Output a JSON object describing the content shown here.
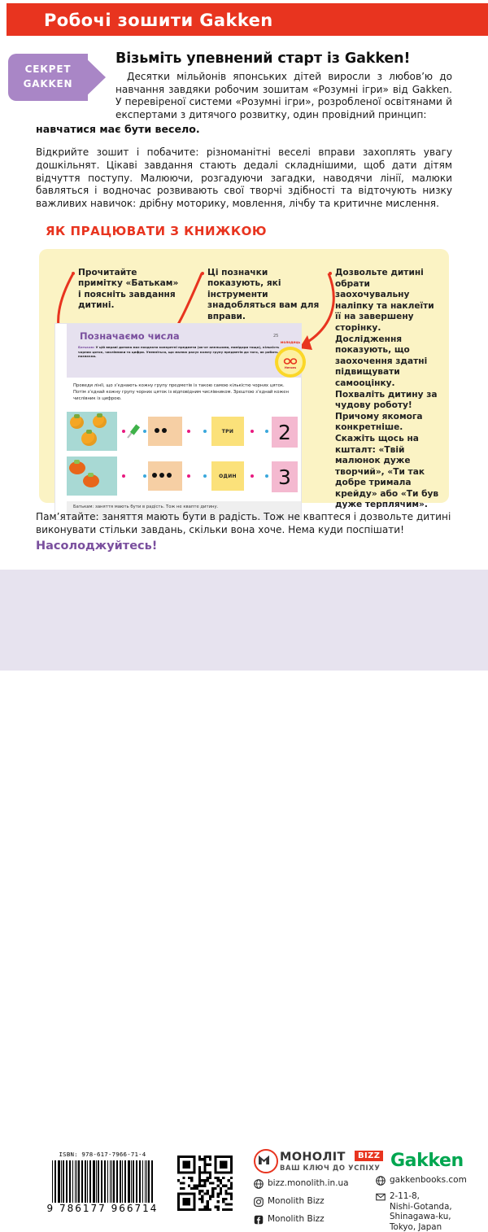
{
  "banner": {
    "title": "Робочі зошити Gakken",
    "color": "#e8341f"
  },
  "badge": {
    "line1": "СЕКРЕТ",
    "line2": "GAKKEN",
    "color": "#a986c6"
  },
  "intro": {
    "headline": "Візьміть упевнений старт із Gakken!",
    "body": "Десятки мільйонів японських дітей виросли з любов’ю до навчання завдяки робочим зошитам «Розумні ігри» від Gakken. У перевіреної системи «Розумні ігри», розробленої освітянами й експертами з дитячого розвитку, один провідний принцип:",
    "bold_line": "навчатися має бути весело."
  },
  "paragraph2": "Відкрийте зошит і побачите: різноманітні веселі вправи захоплять увагу дошкільнят. Цікаві завдання стають дедалі складнішими, щоб дати дітям відчуття поступу. Малюючи, розгадуючи загадки, наводячи лінії, малюки бавляться і водночас розвивають свої творчі здібності та відточують низку важливих навичок: дрібну моторику, мовлення, лічбу та критичне мислення.",
  "section_heading": {
    "text": "ЯК ПРАЦЮВАТИ З КНИЖКОЮ",
    "color": "#e8341f"
  },
  "tips": [
    "Прочитайте примітку «Батькам» і поясніть завдання дитині.",
    "Ці позначки показують, які інструменти знадобляться вам для вправи.",
    "Дозвольте дитині обрати заохочувальну наліпку та наклеїти її на завершену сторінку. Дослідження показують, що заохочення здатні підвищувати самооцінку. Похваліть дитину за чудову роботу! Причому якомога конкретніше. Скажіть щось на кшталт: «Твій малюнок дуже творчий», «Ти так добре тримала крейду» або «Ти був дуже терплячим»."
  ],
  "worksheet": {
    "title": "Позначаємо числа",
    "note_label": "Батькам:",
    "note": "У цій вправі дитина має поєднати конкретні предмети (як-от апельсини, помідори тощо), кількість чорних цяток, числівники та цифри. Упевніться, що малюк рахує кожну групу предметів до того, як робить позначки.",
    "instruction": "Проведи лінії, що з’єднають кожну групу предметів із такою самою кількістю чорних цяток. Потім з’єднай кожну групу чорних цяток із відповідним числівником. Зрештою з’єднай кожен числівник із цифрою.",
    "page_number": "25",
    "sticker": {
      "top_text": "молодець",
      "label": "Heroes"
    },
    "footer_text": "Батькам: заняття мають бути в радість. Тож не квапте дитину.",
    "rows": [
      {
        "fruit": "oranges",
        "fruit_count": 3,
        "dots": 2,
        "word": "ТРИ",
        "digit": "2"
      },
      {
        "fruit": "persimmons",
        "fruit_count": 2,
        "dots": 3,
        "word": "ОДИН",
        "digit": "3"
      }
    ]
  },
  "closing": {
    "paragraph": "Пам’ятайте: заняття мають бути в радість. Тож не квaптеся і дозвольте дитині виконувати стільки завдань, скільки вона хоче. Нема куди поспішати!",
    "enjoy": "Насолоджуйтесь!",
    "enjoy_color": "#7a4f9e"
  },
  "footer": {
    "isbn_label": "ISBN: 978-617-7966-71-4",
    "barcode_digits": "9 786177 966714",
    "monolith": {
      "name": "МОНОЛІТ",
      "bizz": "BIZZ",
      "tagline": "ВАШ КЛЮЧ ДО УСПІХУ",
      "website": "bizz.monolith.in.ua",
      "instagram": "Monolith Bizz",
      "facebook": "Monolith Bizz"
    },
    "gakken": {
      "name": "Gakken",
      "website": "gakkenbooks.com",
      "address": [
        "2-11-8,",
        "Nishi-Gotanda,",
        "Shinagawa-ku,",
        "Tokyo, Japan"
      ]
    }
  }
}
